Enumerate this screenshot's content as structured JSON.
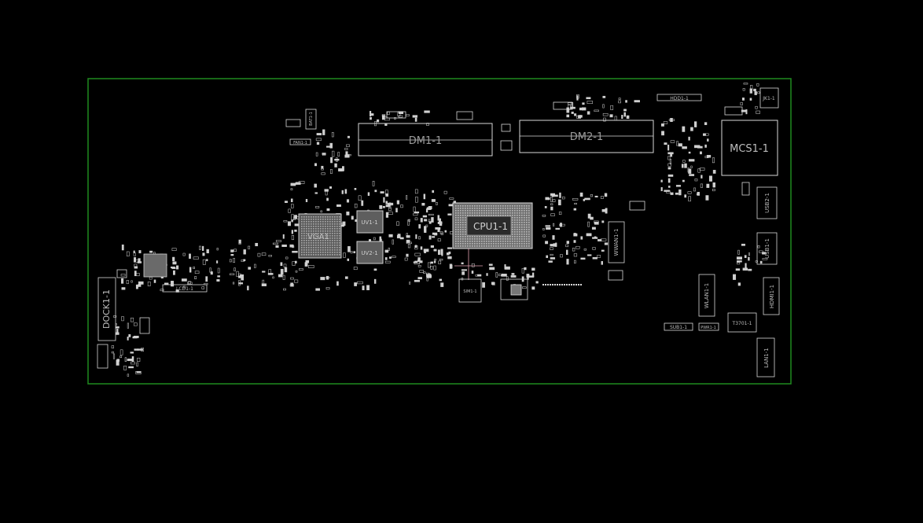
{
  "colors": {
    "background": "#000000",
    "board_outline": "#1f8a1f",
    "part_outline": "#d8d8d8",
    "part_fill": "#8a8a8a",
    "label": "#bdbdbd",
    "trace": "#e0a0b0"
  },
  "labels": {
    "dm1": "DM1-1",
    "dm2": "DM2-1",
    "mcs1": "MCS1-1",
    "cpu1": "CPU1-1",
    "vga1": "VGA1",
    "uv1": "UV1-1",
    "uv2": "UV2-1",
    "hdd1": "HDD1-1",
    "jk1": "JK1-1",
    "usb2": "USB2-1",
    "usb1": "USB1-1",
    "wwan1": "WWAN1-1",
    "wlan1": "WLAN1-1",
    "hdmi1": "HDMI1-1",
    "t3701": "T3701-1",
    "sub1": "SUB1-1",
    "pwr1": "PWR1-1",
    "lan1": "LAN1-1",
    "lcd1": "LCD1-1",
    "dock1": "DOCK1-1",
    "sim1": "SIM1-1",
    "bat1": "BAT1-1",
    "fan1": "FAN1-1"
  }
}
